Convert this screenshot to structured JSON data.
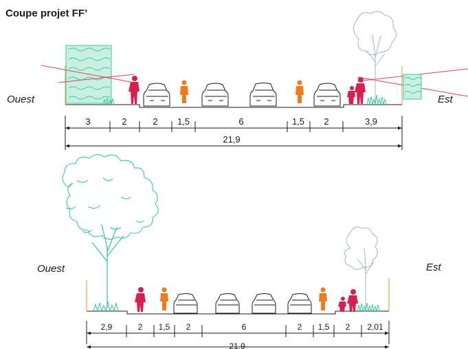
{
  "title": "Coupe projet FF’",
  "colors": {
    "vegetation": "#3cc9a3",
    "tree_line": "#9fb7c4",
    "pedestrian": "#d81f4f",
    "cyclist": "#f07a1c",
    "sightline": "#e0405a",
    "limit_line": "#e8a15a",
    "ink": "#1a1a1a"
  },
  "section_top": {
    "west_label": "Ouest",
    "east_label": "Est",
    "segments": [
      "3",
      "2",
      "2",
      "1,5",
      "6",
      "1,5",
      "2",
      "3,9"
    ],
    "total": "21,9"
  },
  "section_bottom": {
    "west_label": "Ouest",
    "east_label": "Est",
    "segments": [
      "2,9",
      "2",
      "1,5",
      "2",
      "6",
      "2",
      "1,5",
      "2",
      "2,01"
    ],
    "total": "21,9"
  }
}
